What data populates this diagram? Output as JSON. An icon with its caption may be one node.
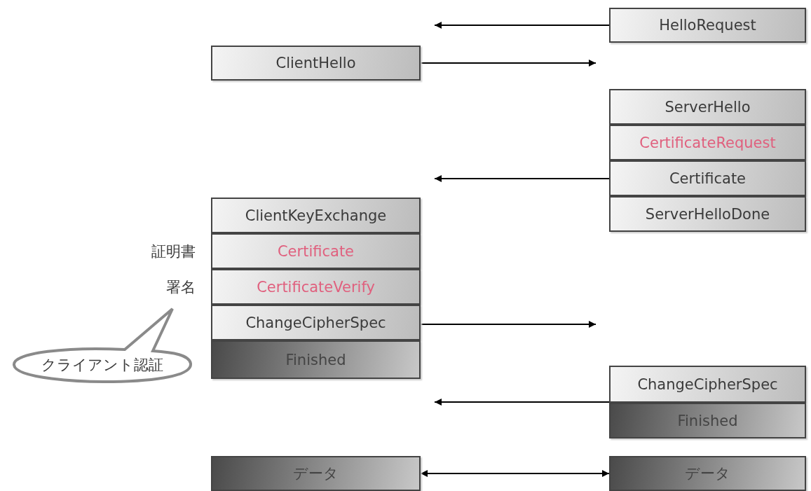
{
  "diagram": {
    "nodes": [
      {
        "text": [
          "HelloRequest"
        ]
      },
      {
        "text": [
          "ClientHello"
        ]
      },
      {
        "text": [
          "ServerHello"
        ]
      },
      {
        "text": [
          "CertificateRequest"
        ]
      },
      {
        "text": [
          "Certificate"
        ]
      },
      {
        "text": [
          "ServerHelloDone"
        ]
      },
      {
        "text": [
          "ClientKeyExchange"
        ]
      },
      {
        "text": [
          "Certificate"
        ],
        "beside": [
          "証明書"
        ]
      },
      {
        "text": [
          "CertificateVerify"
        ],
        "beside": [
          "署名"
        ]
      },
      {
        "text": [
          "ChangeCipherSpec"
        ]
      },
      {
        "text": [
          "Finished"
        ]
      },
      {
        "text": [
          "クライアント認証"
        ]
      },
      {
        "text": [
          "ChangeCipherSpec"
        ]
      },
      {
        "text": [
          "Finished"
        ]
      },
      {
        "text": [
          "データ"
        ]
      },
      {
        "text": [
          "データ"
        ]
      }
    ],
    "edges": [
      {
        "from": 0,
        "to": null,
        "arrow": "to"
      },
      {
        "from": 1,
        "to": null,
        "arrow": "to"
      },
      {
        "from": 4,
        "to": null,
        "arrow": "to"
      },
      {
        "from": 9,
        "to": null,
        "arrow": "to"
      },
      {
        "from": 12,
        "to": null,
        "arrow": "to"
      },
      {
        "from": 14,
        "to": 15,
        "arrow": "both"
      }
    ]
  }
}
